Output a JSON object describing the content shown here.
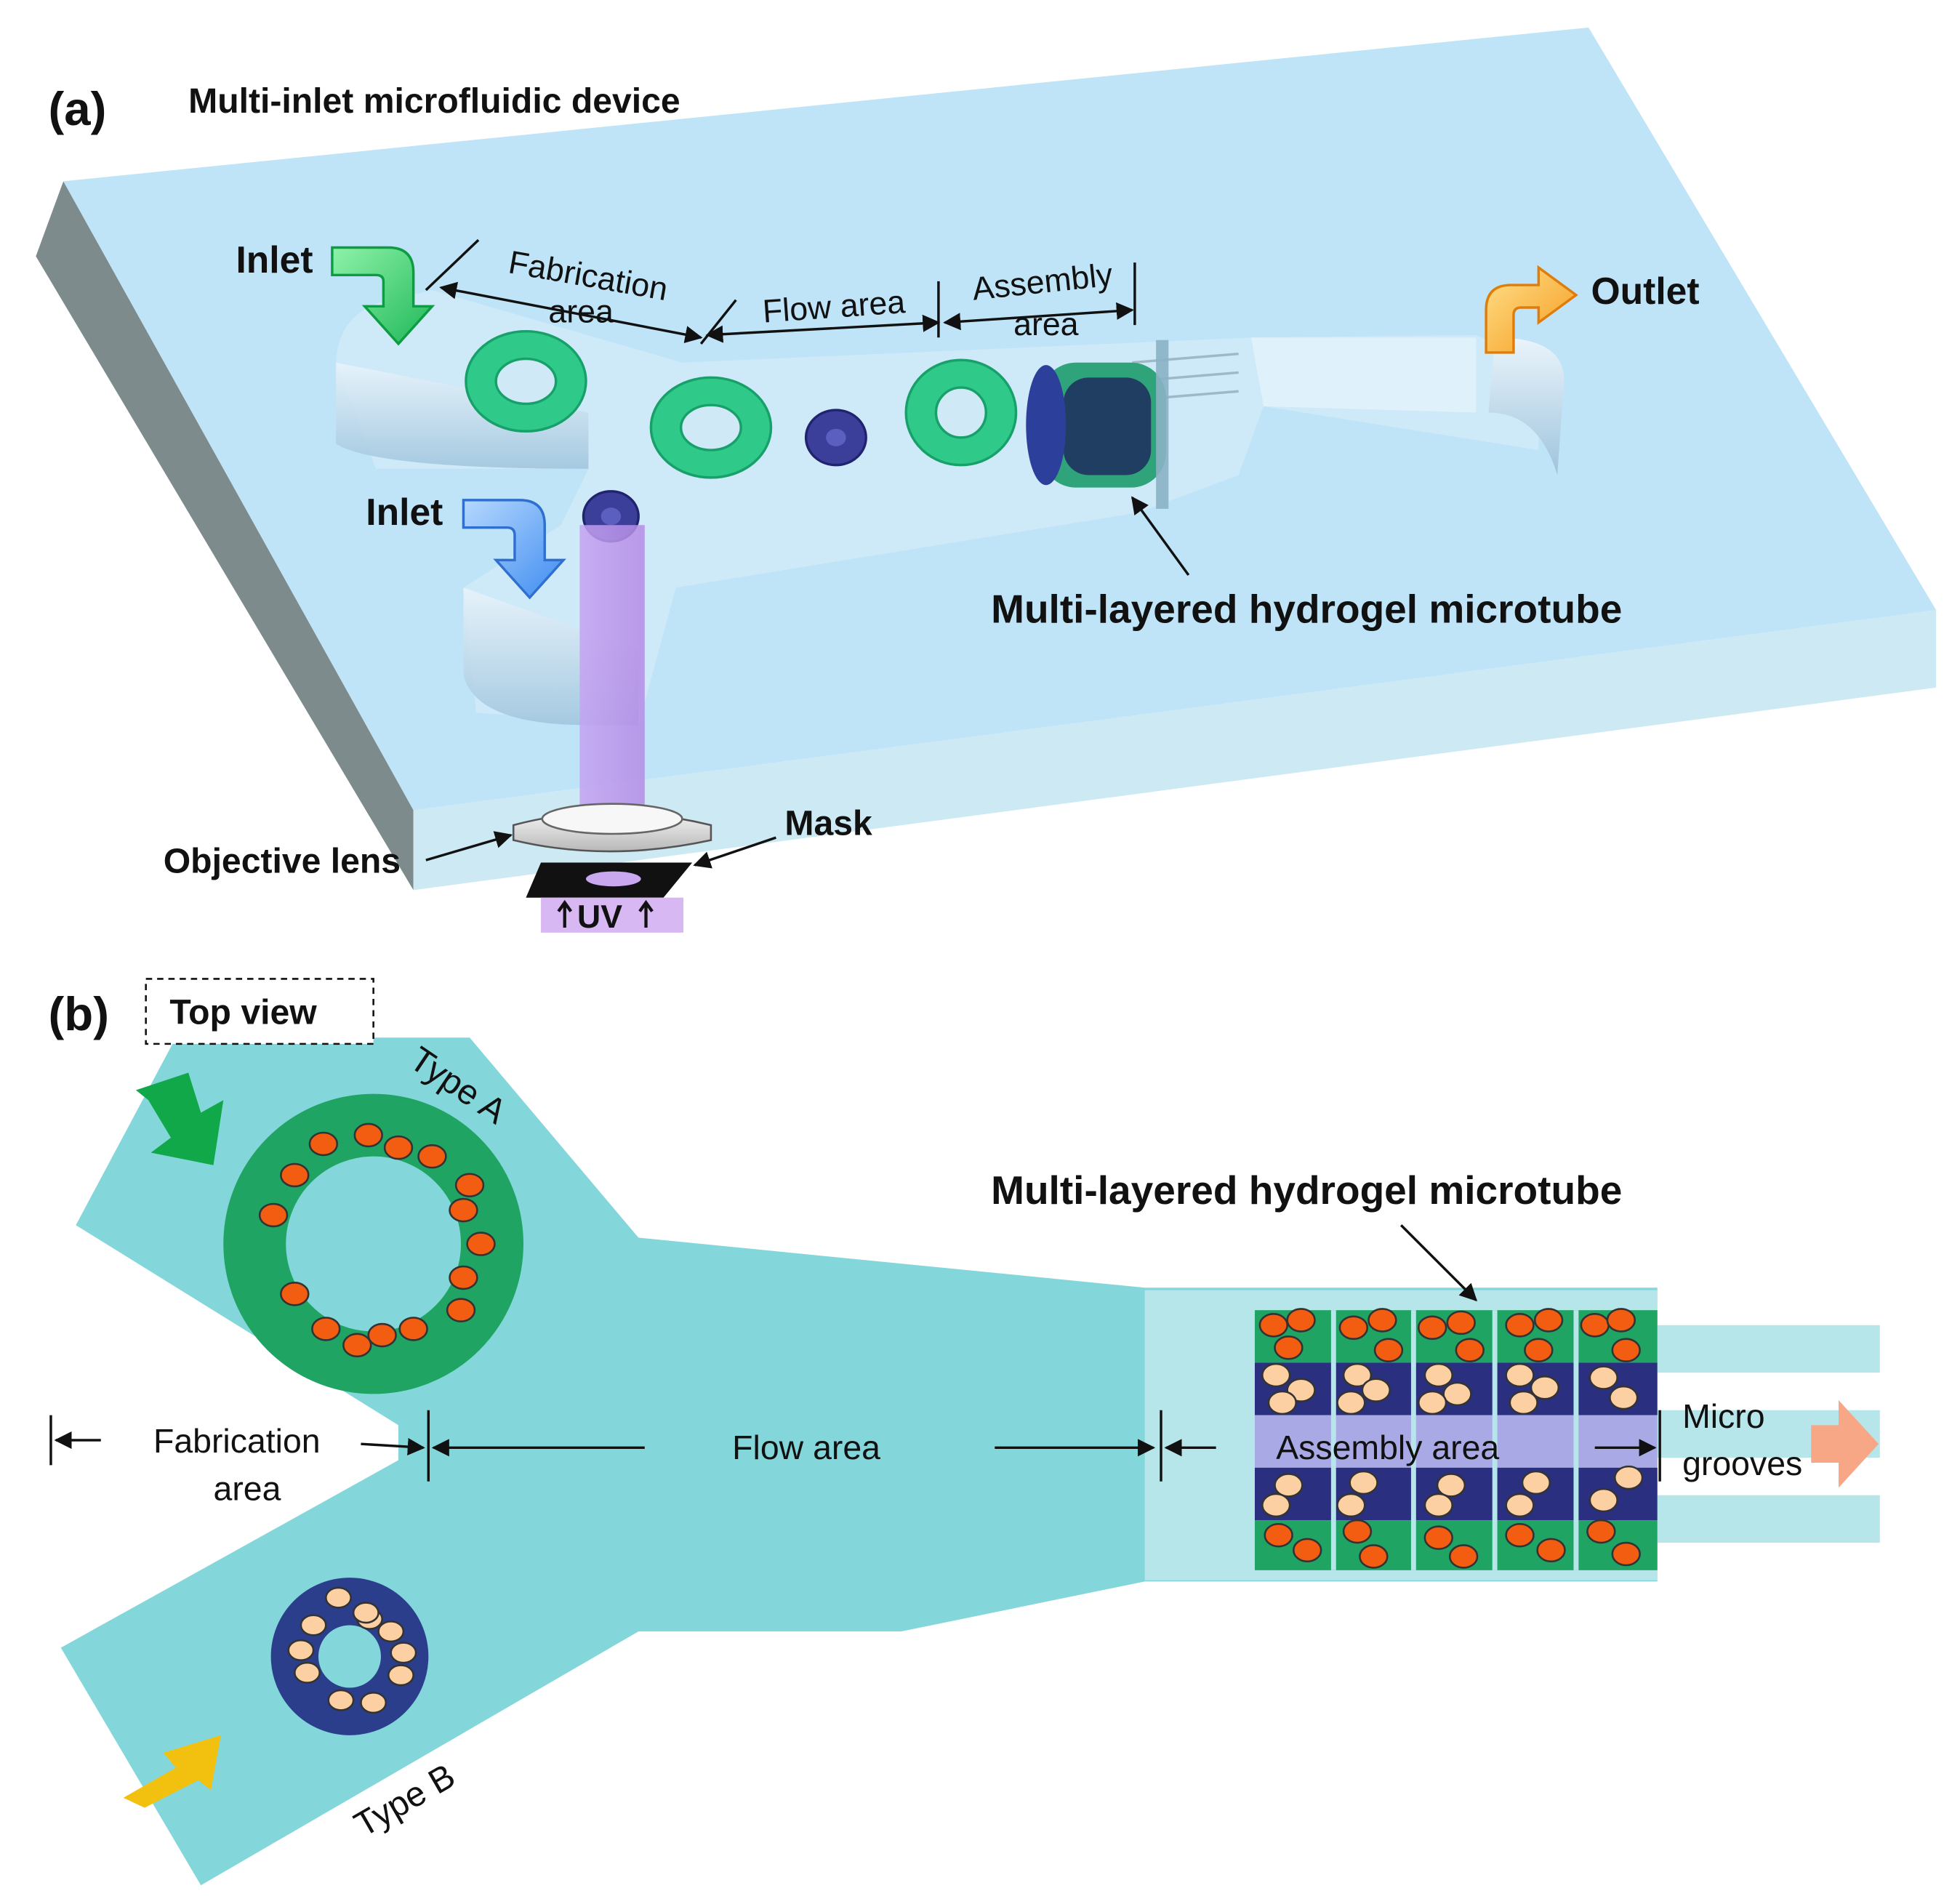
{
  "panel_a": {
    "label": "(a)",
    "title": "Multi-inlet microfluidic device",
    "inlet_top": "Inlet",
    "inlet_bottom": "Inlet",
    "outlet": "Outlet",
    "fabrication_area_1": "Fabrication",
    "fabrication_area_2": "area",
    "flow_area": "Flow area",
    "assembly_area_1": "Assembly",
    "assembly_area_2": "area",
    "microtube": "Multi-layered hydrogel microtube",
    "objective_lens": "Objective lens",
    "mask": "Mask",
    "uv": "UV"
  },
  "panel_b": {
    "label": "(b)",
    "top_view": "Top view",
    "type_a": "Type A",
    "type_b": "Type B",
    "microtube": "Multi-layered hydrogel microtube",
    "fabrication_area_1": "Fabrication",
    "fabrication_area_2": "area",
    "flow_area": "Flow area",
    "assembly_area": "Assembly area",
    "micro_grooves_1": "Micro",
    "micro_grooves_2": "grooves"
  },
  "colors": {
    "device_top": "#bfe4f7",
    "device_side": "#7d8b8c",
    "channel": "#83d6da",
    "type_a_green": "#1fa463",
    "type_a_cell": "#f35d12",
    "type_b_navy": "#2b3e8c",
    "type_b_cell": "#fcd0a2",
    "inlet_green_arrow": "#11a84a",
    "inlet_yellow_arrow": "#f2c10f",
    "outlet_orange": "#f7a686",
    "uv_purple": "#c9a8f0"
  }
}
